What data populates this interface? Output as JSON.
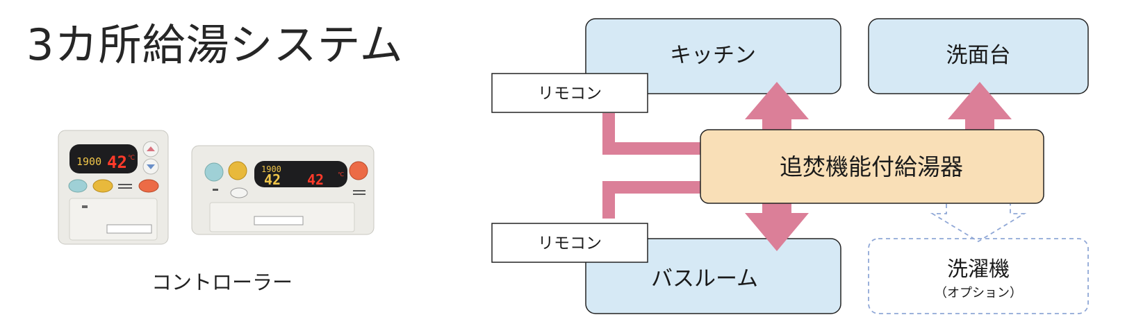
{
  "title": "3カ所給湯システム",
  "controller_caption": "コントローラー",
  "controllers": {
    "small": {
      "time": "1900",
      "temp": "42",
      "unit": "℃"
    },
    "large": {
      "time": "1900",
      "temp_left": "42",
      "temp_right": "42",
      "unit": "℃"
    }
  },
  "diagram": {
    "kitchen": "キッチン",
    "washstand": "洗面台",
    "heater": "追焚機能付給湯器",
    "bathroom": "バスルーム",
    "washing_machine": "洗濯機",
    "washing_machine_note": "（オプション）",
    "remote_top": "リモコン",
    "remote_bottom": "リモコン"
  },
  "colors": {
    "room_fill": "#d6e9f5",
    "heater_fill": "#f9dfb7",
    "pipe": "#db7f98",
    "dashed": "#8fa7d6"
  }
}
